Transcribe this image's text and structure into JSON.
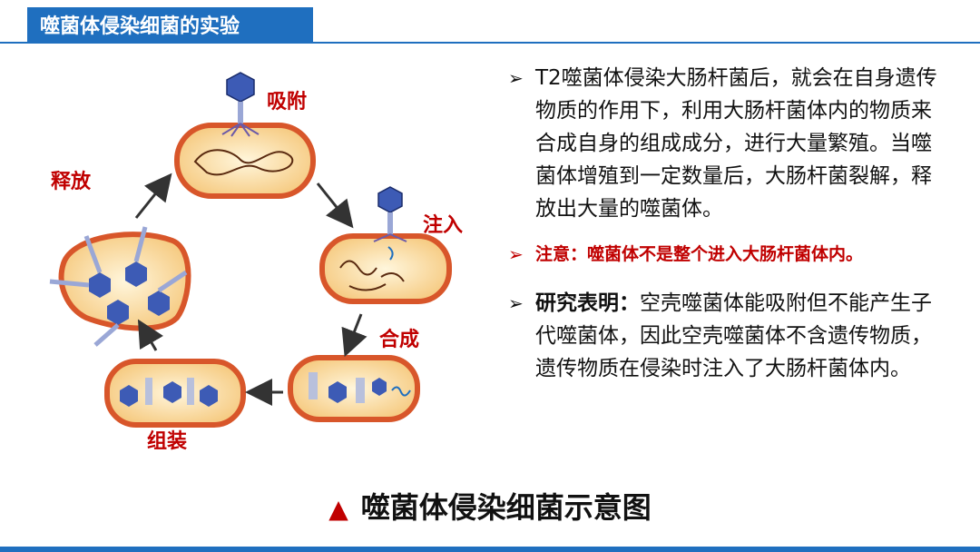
{
  "header": {
    "title": "噬菌体侵染细菌的实验"
  },
  "diagram": {
    "labels": {
      "adsorption": "吸附",
      "injection": "注入",
      "synthesis": "合成",
      "assembly": "组装",
      "release": "释放"
    },
    "colors": {
      "label": "#c00000",
      "cell_fill": "#f7d58d",
      "cell_wall": "#d8562a",
      "phage": "#3d5bb5"
    }
  },
  "text": {
    "para1": "T2噬菌体侵染大肠杆菌后，就会在自身遗传物质的作用下，利用大肠杆菌体内的物质来合成自身的组成成分，进行大量繁殖。当噬菌体增殖到一定数量后，大肠杆菌裂解，释放出大量的噬菌体。",
    "note_label": "注意：",
    "note_text": "噬菌体不是整个进入大肠杆菌体内。",
    "research_label": "研究表明：",
    "research_text": "空壳噬菌体能吸附但不能产生子代噬菌体，因此空壳噬菌体不含遗传物质，遗传物质在侵染时注入了大肠杆菌体内。"
  },
  "caption": "噬菌体侵染细菌示意图"
}
